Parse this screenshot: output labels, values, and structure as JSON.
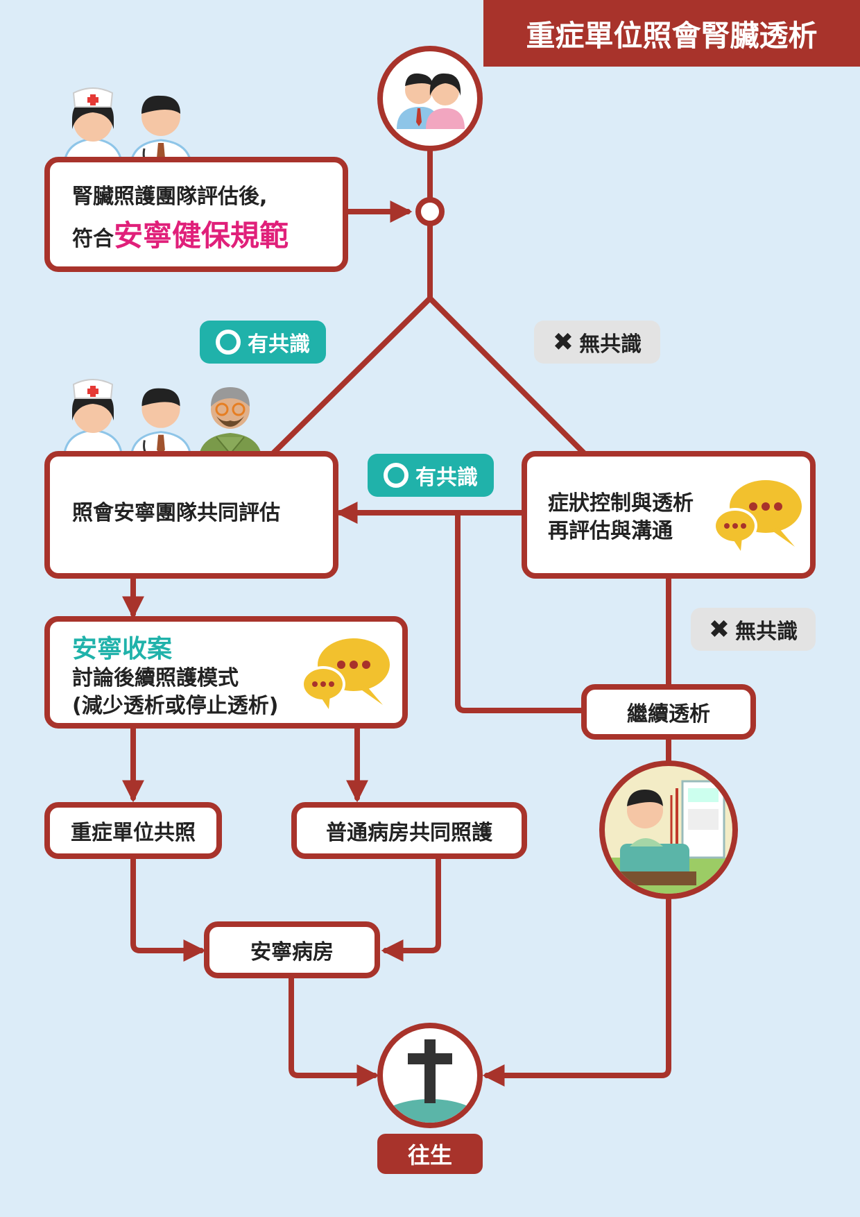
{
  "title": "重症單位照會腎臟透析",
  "assess_box": {
    "line1": "腎臟照護團隊評估後,",
    "line2_prefix": "符合",
    "line2_highlight": "安寧健保規範"
  },
  "consensus_yes": "有共識",
  "consensus_no": "無共識",
  "hospice_consult": "照會安寧團隊共同評估",
  "symptom_box": {
    "line1": "症狀控制與透析",
    "line2": "再評估與溝通"
  },
  "hospice_case": {
    "heading": "安寧收案",
    "line1": "討論後續照護模式",
    "line2": "(減少透析或停止透析)"
  },
  "continue_dialysis": "繼續透析",
  "icu_shared": "重症單位共照",
  "ward_shared": "普通病房共同照護",
  "hospice_ward": "安寧病房",
  "death": "往生",
  "colors": {
    "accent": "#a8332b",
    "teal": "#20b2aa",
    "magenta": "#e0207a",
    "gray_badge": "#e3e3e3",
    "background": "#dcecf8"
  }
}
